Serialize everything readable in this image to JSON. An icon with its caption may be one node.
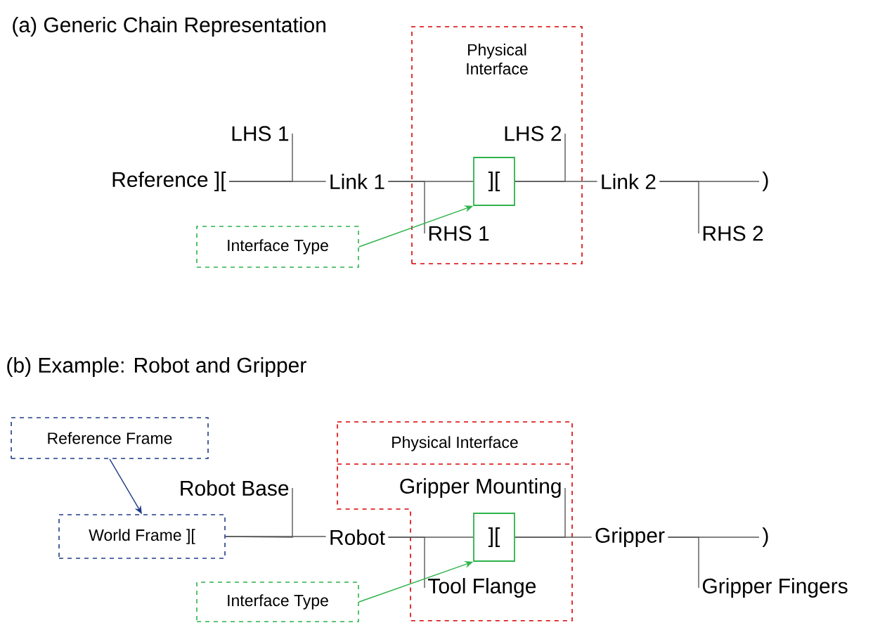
{
  "diagram": {
    "nodes": [
      {
        "text": [
          "Physical Interface"
        ]
      },
      {
        "text": [
          "Reference ]["
        ]
      },
      {
        "text": [
          "LHS 1"
        ]
      },
      {
        "text": [
          "Link 1"
        ]
      },
      {
        "text": [
          "RHS 1"
        ],
        "in": 0
      },
      {
        "text": [
          "]["
        ],
        "in": 0
      },
      {
        "text": [
          "LHS 2"
        ],
        "in": 0
      },
      {
        "text": [
          "Link 2"
        ]
      },
      {
        "text": [
          ")"
        ]
      },
      {
        "text": [
          "RHS 2"
        ]
      },
      {
        "text": [
          "Interface Type"
        ]
      },
      {
        "text": [
          "Reference Frame"
        ]
      },
      {
        "text": [
          "World Frame ]["
        ]
      },
      {
        "text": [
          "Robot Base"
        ]
      },
      {
        "text": [
          "Robot"
        ]
      },
      {
        "text": [
          "Physical Interface"
        ]
      },
      {
        "text": [
          "Gripper Mounting"
        ],
        "in": 15
      },
      {
        "text": [
          "]["
        ],
        "in": 15
      },
      {
        "text": [
          "Tool Flange"
        ],
        "in": 15
      },
      {
        "text": [
          "Gripper"
        ]
      },
      {
        "text": [
          ")"
        ]
      },
      {
        "text": [
          "Gripper Fingers"
        ]
      },
      {
        "text": [
          "Interface Type"
        ]
      }
    ],
    "edges": [
      {
        "from": 1,
        "to": 3,
        "arrow": "none"
      },
      {
        "from": 1,
        "to": 2,
        "arrow": "none"
      },
      {
        "from": 3,
        "to": 5,
        "arrow": "none"
      },
      {
        "from": 3,
        "to": 4,
        "arrow": "none"
      },
      {
        "from": 5,
        "to": 7,
        "arrow": "none"
      },
      {
        "from": 5,
        "to": 6,
        "arrow": "none"
      },
      {
        "from": 7,
        "to": 8,
        "arrow": "none"
      },
      {
        "from": 7,
        "to": 9,
        "arrow": "none"
      },
      {
        "from": 10,
        "to": 5,
        "arrow": "to",
        "color": "#2db34a"
      },
      {
        "from": 11,
        "to": 12,
        "arrow": "to",
        "color": "#1f3c88"
      },
      {
        "from": 12,
        "to": 14,
        "arrow": "none"
      },
      {
        "from": 12,
        "to": 13,
        "arrow": "none"
      },
      {
        "from": 14,
        "to": 17,
        "arrow": "none"
      },
      {
        "from": 14,
        "to": 18,
        "arrow": "none"
      },
      {
        "from": 17,
        "to": 19,
        "arrow": "none"
      },
      {
        "from": 17,
        "to": 16,
        "arrow": "none"
      },
      {
        "from": 19,
        "to": 20,
        "arrow": "none"
      },
      {
        "from": 19,
        "to": 21,
        "arrow": "none"
      },
      {
        "from": 22,
        "to": 17,
        "arrow": "to",
        "color": "#2db34a"
      }
    ],
    "labels": [
      "(a) Generic Chain Representation",
      "(b) Example: Robot and Gripper"
    ]
  }
}
